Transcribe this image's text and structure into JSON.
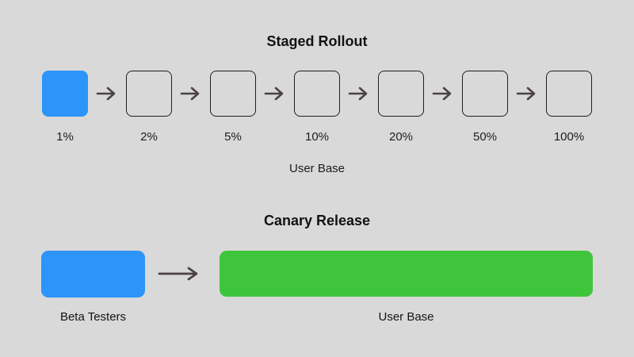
{
  "page": {
    "background_color": "#d9d9d9"
  },
  "staged_rollout": {
    "title": "Staged Rollout",
    "caption": "User Base",
    "stages": [
      {
        "label": "1%",
        "filled": true,
        "fill_color": "#2d94fa"
      },
      {
        "label": "2%",
        "filled": false
      },
      {
        "label": "5%",
        "filled": false
      },
      {
        "label": "10%",
        "filled": false
      },
      {
        "label": "20%",
        "filled": false
      },
      {
        "label": "50%",
        "filled": false
      },
      {
        "label": "100%",
        "filled": false
      }
    ]
  },
  "canary_release": {
    "title": "Canary Release",
    "source_label": "Beta Testers",
    "source_color": "#2d94fa",
    "target_label": "User Base",
    "target_color": "#3fc53b"
  },
  "colors": {
    "arrow": "#4b4243",
    "box_border": "#1f1f1f",
    "title_text": "#121212",
    "label_text": "#1c1c1c"
  }
}
